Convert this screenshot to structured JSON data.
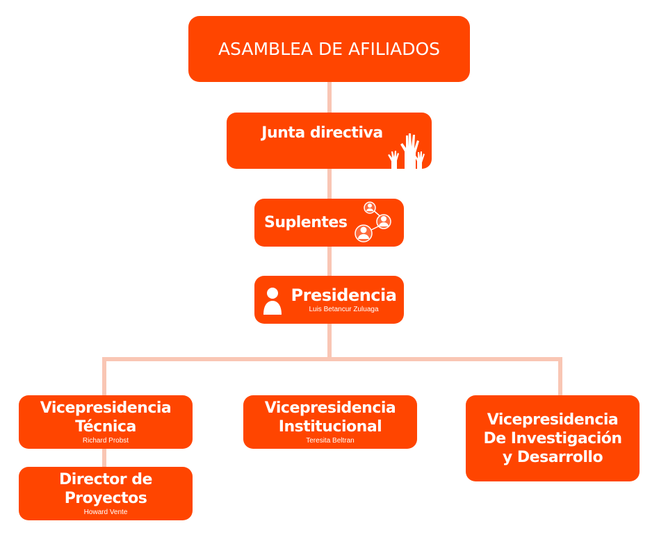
{
  "colors": {
    "box": "#FF4500",
    "connector": "#F9C6B4",
    "text": "#FFFFFF"
  },
  "nodes": {
    "asamblea": {
      "title": "ASAMBLEA DE AFILIADOS"
    },
    "junta": {
      "title": "Junta directiva",
      "icon": "raised-hands-icon"
    },
    "suplentes": {
      "title": "Suplentes",
      "icon": "people-network-icon"
    },
    "presidencia": {
      "title": "Presidencia",
      "name": "Luis Betancur Zuluaga",
      "icon": "person-icon"
    },
    "vp_tecnica": {
      "title_1": "Vicepresidencia",
      "title_2": "Técnica",
      "name": "Richard Probst"
    },
    "vp_institucional": {
      "title_1": "Vicepresidencia",
      "title_2": "Institucional",
      "name": "Teresita Beltran"
    },
    "vp_investigacion": {
      "title_1": "Vicepresidencia",
      "title_2": "De Investigación",
      "title_3": "y Desarrollo"
    },
    "director": {
      "title_1": "Director de",
      "title_2": "Proyectos",
      "name": "Howard Vente"
    }
  }
}
